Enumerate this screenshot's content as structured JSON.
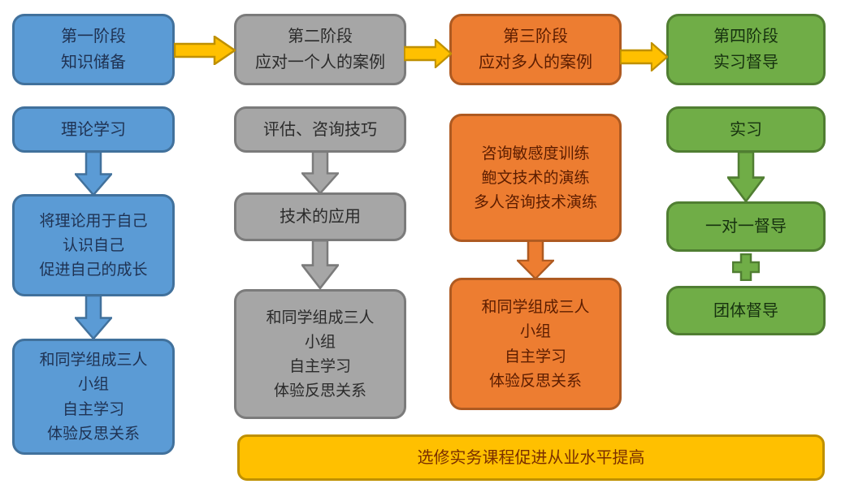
{
  "palette": {
    "blue": {
      "fill": "#5B9BD5",
      "border": "#41719C",
      "text": "#1F3252"
    },
    "gray": {
      "fill": "#A6A6A6",
      "border": "#7B7B7B",
      "text": "#2B2B2B"
    },
    "orange": {
      "fill": "#ED7D31",
      "border": "#AE5A21",
      "text": "#5C1D00"
    },
    "green": {
      "fill": "#70AD47",
      "border": "#507E32",
      "text": "#16310F"
    },
    "gold": {
      "fill": "#FFC000",
      "border": "#BF9000",
      "text": "#7A2F00"
    },
    "background": "#FFFFFF"
  },
  "icons": {
    "horizontal_connector": "block-arrow-right-icon",
    "vertical_connector": "block-arrow-down-icon",
    "stage4_join": "plus-icon"
  },
  "stages": [
    {
      "name": "stage-1",
      "color": "blue",
      "header": {
        "lines": [
          "第一阶段",
          "知识储备"
        ]
      },
      "boxes": [
        {
          "lines": [
            "理论学习"
          ]
        },
        {
          "lines": [
            "将理论用于自己",
            "认识自己",
            "促进自己的成长"
          ]
        },
        {
          "lines": [
            "和同学组成三人",
            "小组",
            "自主学习",
            "体验反思关系"
          ]
        }
      ]
    },
    {
      "name": "stage-2",
      "color": "gray",
      "header": {
        "lines": [
          "第二阶段",
          "应对一个人的案例"
        ]
      },
      "boxes": [
        {
          "lines": [
            "评估、咨询技巧"
          ]
        },
        {
          "lines": [
            "技术的应用"
          ]
        },
        {
          "lines": [
            "和同学组成三人",
            "小组",
            "自主学习",
            "体验反思关系"
          ]
        }
      ]
    },
    {
      "name": "stage-3",
      "color": "orange",
      "header": {
        "lines": [
          "第三阶段",
          "应对多人的案例"
        ]
      },
      "boxes": [
        {
          "lines": [
            "咨询敏感度训练",
            "鲍文技术的演练",
            "多人咨询技术演练"
          ]
        },
        {
          "lines": [
            "和同学组成三人",
            "小组",
            "自主学习",
            "体验反思关系"
          ]
        }
      ]
    },
    {
      "name": "stage-4",
      "color": "green",
      "header": {
        "lines": [
          "第四阶段",
          "实习督导"
        ]
      },
      "boxes": [
        {
          "lines": [
            "实习"
          ]
        },
        {
          "lines": [
            "一对一督导"
          ]
        },
        {
          "lines": [
            "团体督导"
          ]
        }
      ]
    }
  ],
  "banner": {
    "text": "选修实务课程促进从业水平提高"
  }
}
